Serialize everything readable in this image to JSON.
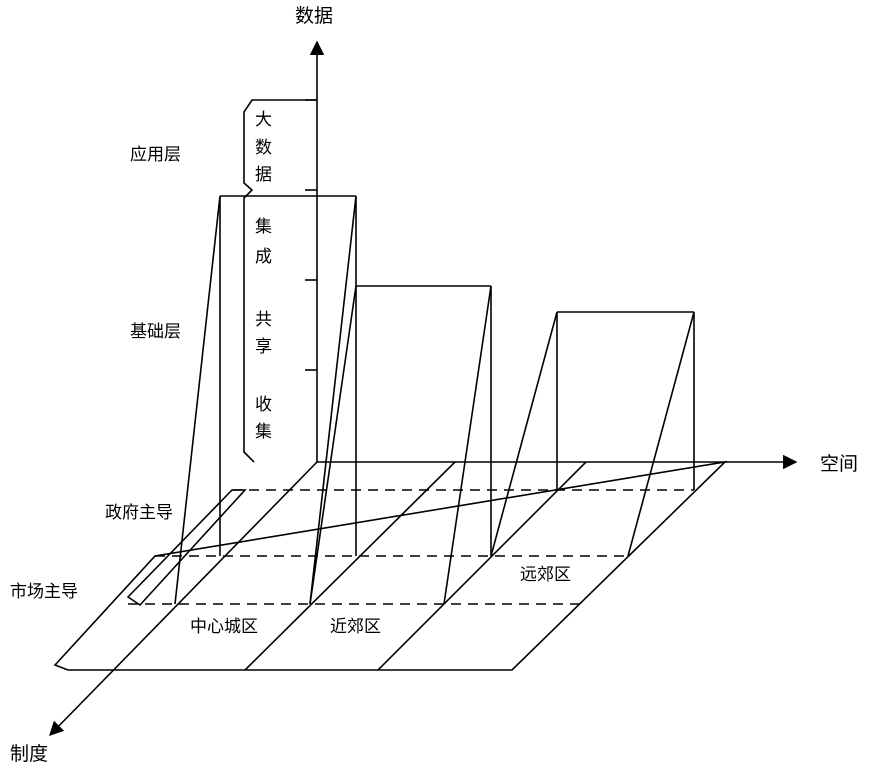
{
  "axes": {
    "y_label": "数据",
    "x_label": "空间",
    "z_label": "制度"
  },
  "layers": {
    "application": "应用层",
    "base": "基础层"
  },
  "bracket": {
    "top_chars": [
      "大",
      "数",
      "据"
    ],
    "bottom_chars": [
      "集",
      "成",
      "共",
      "享",
      "收",
      "集"
    ]
  },
  "planes": {
    "government": "政府主导",
    "market": "市场主导"
  },
  "regions": {
    "center": "中心城区",
    "near_suburb": "近郊区",
    "far_suburb": "远郊区"
  }
}
